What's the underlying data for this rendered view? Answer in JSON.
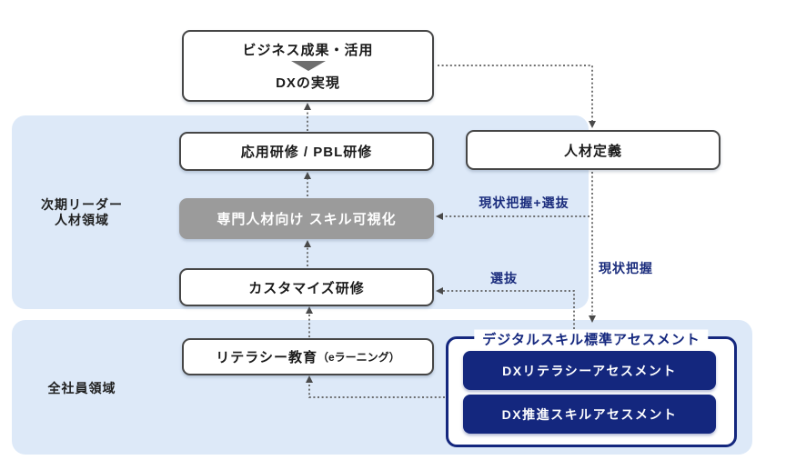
{
  "boxes": {
    "goal": {
      "line1": "ビジネス成果・活用",
      "line2": "DXの実現"
    },
    "applied_training": "応用研修 / PBL研修",
    "skill_visualization": "専門人材向け スキル可視化",
    "customized_training": "カスタマイズ研修",
    "literacy_education": "リテラシー教育",
    "literacy_education_note": "（eラーニング）",
    "talent_definition": "人材定義"
  },
  "regions": {
    "leader": {
      "label_line1": "次期リーダー",
      "label_line2": "人材領域"
    },
    "all_staff": {
      "label": "全社員領域"
    }
  },
  "assessment": {
    "title": "デジタルスキル標準アセスメント",
    "items": [
      {
        "label": "DXリテラシーアセスメント"
      },
      {
        "label": "DX推進スキルアセスメント"
      }
    ]
  },
  "arrow_labels": {
    "grasp_and_select": "現状把握+選抜",
    "select": "選抜",
    "grasp": "現状把握"
  },
  "colors": {
    "navy": "#14277e",
    "navy_text": "#1b2d7d",
    "light_blue_region": "#dde9f8",
    "gray_box": "#9b9b9b",
    "box_border": "#464646",
    "connector": "#5c5c5c"
  }
}
